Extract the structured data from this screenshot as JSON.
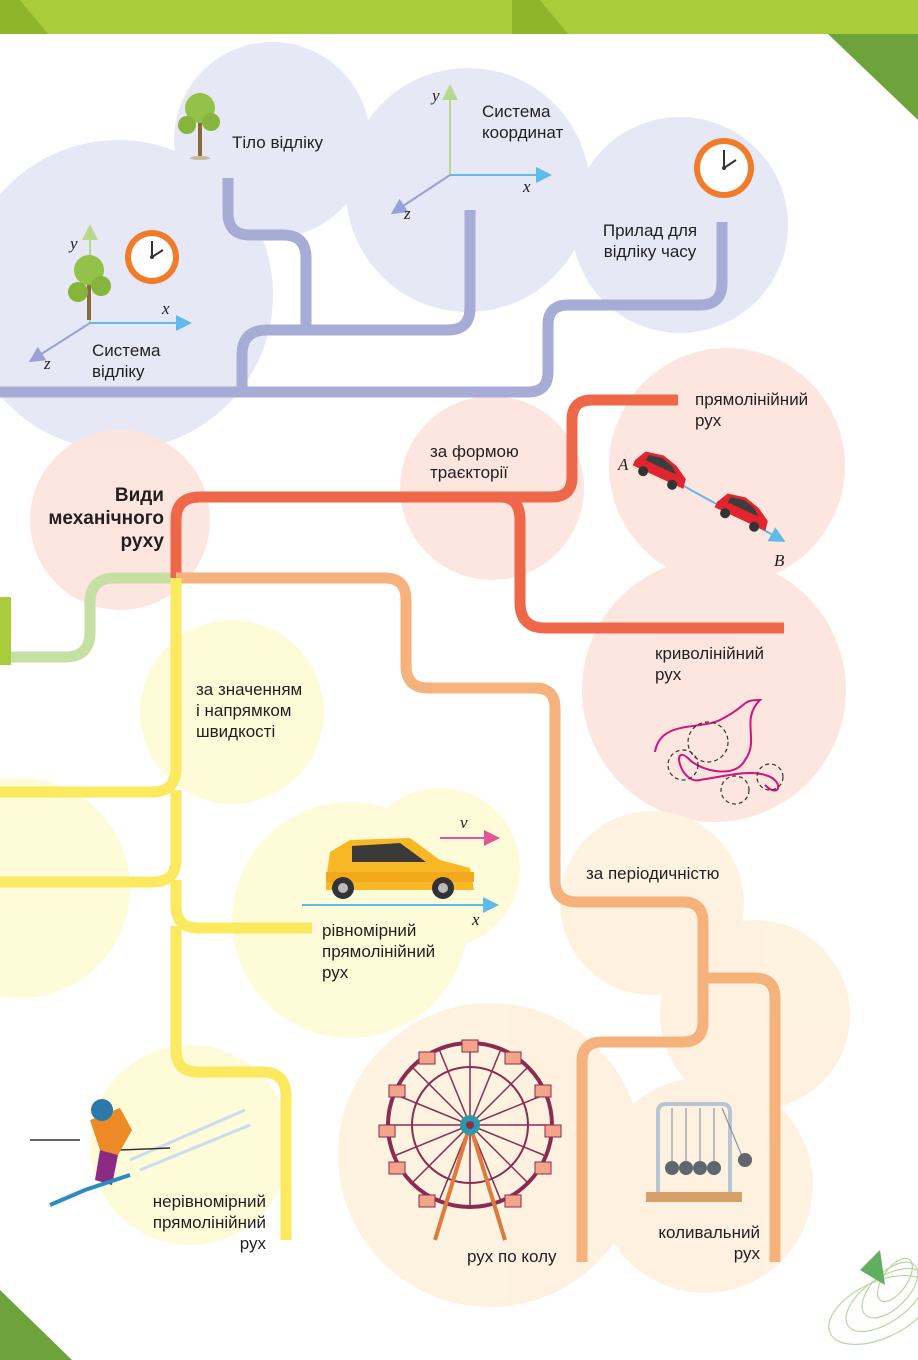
{
  "center": {
    "lines": [
      "Види",
      "механічного",
      "руху"
    ]
  },
  "reference": {
    "body": "Тіло відліку",
    "coordinate_system": [
      "Система",
      "координат"
    ],
    "time_device": [
      "Прилад для",
      "відліку часу"
    ],
    "reference_frame": [
      "Система",
      "відліку"
    ]
  },
  "trajectory": {
    "label": [
      "за формою",
      "траєкторії"
    ],
    "rectilinear": [
      "прямолінійний",
      "рух"
    ],
    "curvilinear": [
      "криволінійний",
      "рух"
    ],
    "point_a": "A",
    "point_b": "B"
  },
  "speed": {
    "label": [
      "за значенням",
      "і напрямком",
      "швидкості"
    ],
    "uniform": [
      "рівномірний",
      "прямолінійний",
      "рух"
    ],
    "nonuniform": [
      "нерівномірний",
      "прямолінійний",
      "рух"
    ],
    "velocity": "v⃗"
  },
  "periodic": {
    "label": "за періодичністю",
    "circular": "рух по колу",
    "oscillating": [
      "коливальний",
      "рух"
    ]
  },
  "axes": {
    "x": "x",
    "y": "y",
    "z": "z"
  },
  "colors": {
    "green_band": "#a8cc3a",
    "blue_line": "#a3aad3",
    "red_line": "#ef6749",
    "orange_line": "#f6b07a",
    "yellow_line": "#fbe95f",
    "light_green_line": "#c3dfa0",
    "blue_bubble": "#e5e8f4",
    "pink_bubble": "#fde4dd",
    "orange_bubble": "#fef0dc",
    "yellow_bubble": "#fefbd8",
    "axis_blue": "#5fb9ea",
    "clock_orange": "#f07c2a"
  }
}
